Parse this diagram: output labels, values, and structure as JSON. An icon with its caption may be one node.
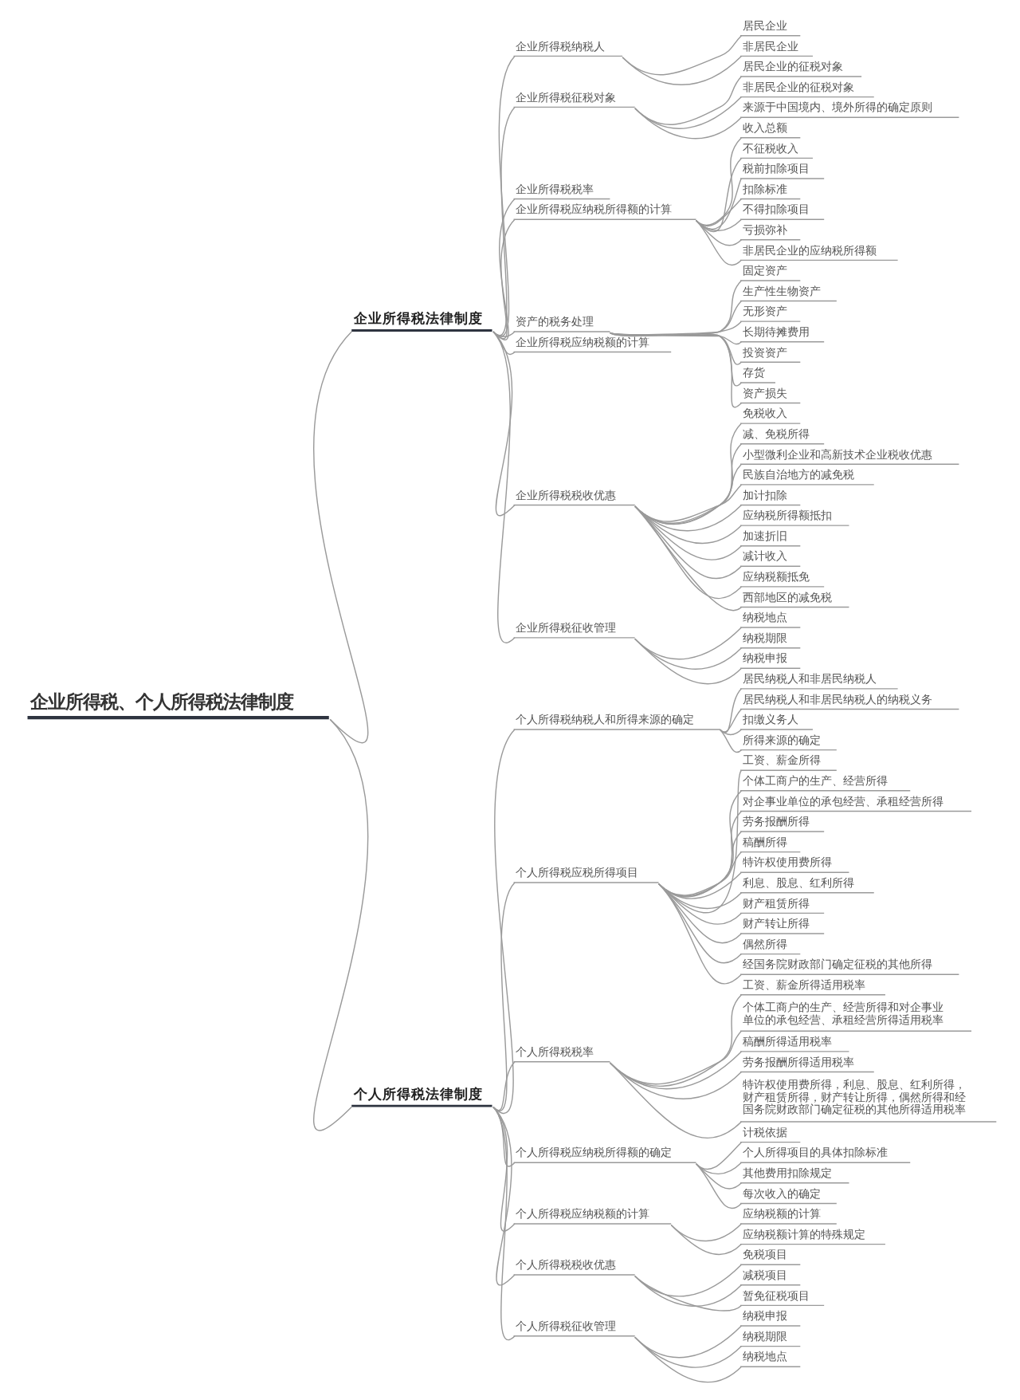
{
  "diagram": {
    "nodes": [
      {
        "text": [
          "企业所得税、个人所得税法律制度"
        ]
      },
      {
        "text": [
          "企业所得税法律制度"
        ]
      },
      {
        "text": [
          "企业所得税纳税人"
        ]
      },
      {
        "text": [
          "居民企业"
        ]
      },
      {
        "text": [
          "非居民企业"
        ]
      },
      {
        "text": [
          "企业所得税征税对象"
        ]
      },
      {
        "text": [
          "居民企业的征税对象"
        ]
      },
      {
        "text": [
          "非居民企业的征税对象"
        ]
      },
      {
        "text": [
          "来源于中国境内、境外所得的确定原则"
        ]
      },
      {
        "text": [
          "企业所得税税率"
        ]
      },
      {
        "text": [
          "企业所得税应纳税所得额的计算"
        ]
      },
      {
        "text": [
          "收入总额"
        ]
      },
      {
        "text": [
          "不征税收入"
        ]
      },
      {
        "text": [
          "税前扣除项目"
        ]
      },
      {
        "text": [
          "扣除标准"
        ]
      },
      {
        "text": [
          "不得扣除项目"
        ]
      },
      {
        "text": [
          "亏损弥补"
        ]
      },
      {
        "text": [
          "非居民企业的应纳税所得额"
        ]
      },
      {
        "text": [
          "资产的税务处理"
        ]
      },
      {
        "text": [
          "固定资产"
        ]
      },
      {
        "text": [
          "生产性生物资产"
        ]
      },
      {
        "text": [
          "无形资产"
        ]
      },
      {
        "text": [
          "长期待摊费用"
        ]
      },
      {
        "text": [
          "投资资产"
        ]
      },
      {
        "text": [
          "存货"
        ]
      },
      {
        "text": [
          "资产损失"
        ]
      },
      {
        "text": [
          "企业所得税应纳税额的计算"
        ]
      },
      {
        "text": [
          "企业所得税税收优惠"
        ]
      },
      {
        "text": [
          "免税收入"
        ]
      },
      {
        "text": [
          "减、免税所得"
        ]
      },
      {
        "text": [
          "小型微利企业和高新技术企业税收优惠"
        ]
      },
      {
        "text": [
          "民族自治地方的减免税"
        ]
      },
      {
        "text": [
          "加计扣除"
        ]
      },
      {
        "text": [
          "应纳税所得额抵扣"
        ]
      },
      {
        "text": [
          "加速折旧"
        ]
      },
      {
        "text": [
          "减计收入"
        ]
      },
      {
        "text": [
          "应纳税额抵免"
        ]
      },
      {
        "text": [
          "西部地区的减免税"
        ]
      },
      {
        "text": [
          "企业所得税征收管理"
        ]
      },
      {
        "text": [
          "纳税地点"
        ]
      },
      {
        "text": [
          "纳税期限"
        ]
      },
      {
        "text": [
          "纳税申报"
        ]
      },
      {
        "text": [
          "个人所得税法律制度"
        ]
      },
      {
        "text": [
          "个人所得税纳税人和所得来源的确定"
        ]
      },
      {
        "text": [
          "居民纳税人和非居民纳税人"
        ]
      },
      {
        "text": [
          "居民纳税人和非居民纳税人的纳税义务"
        ]
      },
      {
        "text": [
          "扣缴义务人"
        ]
      },
      {
        "text": [
          "所得来源的确定"
        ]
      },
      {
        "text": [
          "个人所得税应税所得项目"
        ]
      },
      {
        "text": [
          "工资、薪金所得"
        ]
      },
      {
        "text": [
          "个体工商户的生产、经营所得"
        ]
      },
      {
        "text": [
          "对企事业单位的承包经营、承租经营所得"
        ]
      },
      {
        "text": [
          "劳务报酬所得"
        ]
      },
      {
        "text": [
          "稿酬所得"
        ]
      },
      {
        "text": [
          "特许权使用费所得"
        ]
      },
      {
        "text": [
          "利息、股息、红利所得"
        ]
      },
      {
        "text": [
          "财产租赁所得"
        ]
      },
      {
        "text": [
          "财产转让所得"
        ]
      },
      {
        "text": [
          "偶然所得"
        ]
      },
      {
        "text": [
          "经国务院财政部门确定征税的其他所得"
        ]
      },
      {
        "text": [
          "个人所得税税率"
        ]
      },
      {
        "text": [
          "工资、薪金所得适用税率"
        ]
      },
      {
        "text": [
          "个体工商户的生产、经营所得和对企事业单位的承包经营、承租经营所得适用税率"
        ]
      },
      {
        "text": [
          "稿酬所得适用税率"
        ]
      },
      {
        "text": [
          "劳务报酬所得适用税率"
        ]
      },
      {
        "text": [
          "特许权使用费所得，利息、股息、红利所得，财产租赁所得，财产转让所得，偶然所得和经国务院财政部门确定征税的其他所得适用税率"
        ]
      },
      {
        "text": [
          "个人所得税应纳税所得额的确定"
        ]
      },
      {
        "text": [
          "计税依据"
        ]
      },
      {
        "text": [
          "个人所得项目的具体扣除标准"
        ]
      },
      {
        "text": [
          "其他费用扣除规定"
        ]
      },
      {
        "text": [
          "每次收入的确定"
        ]
      },
      {
        "text": [
          "个人所得税应纳税额的计算"
        ]
      },
      {
        "text": [
          "应纳税额的计算"
        ]
      },
      {
        "text": [
          "应纳税额计算的特殊规定"
        ]
      },
      {
        "text": [
          "个人所得税税收优惠"
        ]
      },
      {
        "text": [
          "免税项目"
        ]
      },
      {
        "text": [
          "减税项目"
        ]
      },
      {
        "text": [
          "暂免征税项目"
        ]
      },
      {
        "text": [
          "个人所得税征收管理"
        ]
      },
      {
        "text": [
          "纳税申报"
        ]
      },
      {
        "text": [
          "纳税期限"
        ]
      },
      {
        "text": [
          "纳税地点"
        ]
      }
    ],
    "edges": [
      {
        "from": 0,
        "to": 1,
        "arrow": "none"
      },
      {
        "from": 1,
        "to": 2,
        "arrow": "none"
      },
      {
        "from": 2,
        "to": 3,
        "arrow": "none"
      },
      {
        "from": 2,
        "to": 4,
        "arrow": "none"
      },
      {
        "from": 1,
        "to": 5,
        "arrow": "none"
      },
      {
        "from": 5,
        "to": 6,
        "arrow": "none"
      },
      {
        "from": 5,
        "to": 7,
        "arrow": "none"
      },
      {
        "from": 5,
        "to": 8,
        "arrow": "none"
      },
      {
        "from": 1,
        "to": 9,
        "arrow": "none"
      },
      {
        "from": 1,
        "to": 10,
        "arrow": "none"
      },
      {
        "from": 10,
        "to": 11,
        "arrow": "none"
      },
      {
        "from": 10,
        "to": 12,
        "arrow": "none"
      },
      {
        "from": 10,
        "to": 13,
        "arrow": "none"
      },
      {
        "from": 10,
        "to": 14,
        "arrow": "none"
      },
      {
        "from": 10,
        "to": 15,
        "arrow": "none"
      },
      {
        "from": 10,
        "to": 16,
        "arrow": "none"
      },
      {
        "from": 10,
        "to": 17,
        "arrow": "none"
      },
      {
        "from": 1,
        "to": 18,
        "arrow": "none"
      },
      {
        "from": 18,
        "to": 19,
        "arrow": "none"
      },
      {
        "from": 18,
        "to": 20,
        "arrow": "none"
      },
      {
        "from": 18,
        "to": 21,
        "arrow": "none"
      },
      {
        "from": 18,
        "to": 22,
        "arrow": "none"
      },
      {
        "from": 18,
        "to": 23,
        "arrow": "none"
      },
      {
        "from": 18,
        "to": 24,
        "arrow": "none"
      },
      {
        "from": 18,
        "to": 25,
        "arrow": "none"
      },
      {
        "from": 1,
        "to": 26,
        "arrow": "none"
      },
      {
        "from": 1,
        "to": 27,
        "arrow": "none"
      },
      {
        "from": 27,
        "to": 28,
        "arrow": "none"
      },
      {
        "from": 27,
        "to": 29,
        "arrow": "none"
      },
      {
        "from": 27,
        "to": 30,
        "arrow": "none"
      },
      {
        "from": 27,
        "to": 31,
        "arrow": "none"
      },
      {
        "from": 27,
        "to": 32,
        "arrow": "none"
      },
      {
        "from": 27,
        "to": 33,
        "arrow": "none"
      },
      {
        "from": 27,
        "to": 34,
        "arrow": "none"
      },
      {
        "from": 27,
        "to": 35,
        "arrow": "none"
      },
      {
        "from": 27,
        "to": 36,
        "arrow": "none"
      },
      {
        "from": 27,
        "to": 37,
        "arrow": "none"
      },
      {
        "from": 1,
        "to": 38,
        "arrow": "none"
      },
      {
        "from": 38,
        "to": 39,
        "arrow": "none"
      },
      {
        "from": 38,
        "to": 40,
        "arrow": "none"
      },
      {
        "from": 38,
        "to": 41,
        "arrow": "none"
      },
      {
        "from": 0,
        "to": 42,
        "arrow": "none"
      },
      {
        "from": 42,
        "to": 43,
        "arrow": "none"
      },
      {
        "from": 43,
        "to": 44,
        "arrow": "none"
      },
      {
        "from": 43,
        "to": 45,
        "arrow": "none"
      },
      {
        "from": 43,
        "to": 46,
        "arrow": "none"
      },
      {
        "from": 43,
        "to": 47,
        "arrow": "none"
      },
      {
        "from": 42,
        "to": 48,
        "arrow": "none"
      },
      {
        "from": 48,
        "to": 49,
        "arrow": "none"
      },
      {
        "from": 48,
        "to": 50,
        "arrow": "none"
      },
      {
        "from": 48,
        "to": 51,
        "arrow": "none"
      },
      {
        "from": 48,
        "to": 52,
        "arrow": "none"
      },
      {
        "from": 48,
        "to": 53,
        "arrow": "none"
      },
      {
        "from": 48,
        "to": 54,
        "arrow": "none"
      },
      {
        "from": 48,
        "to": 55,
        "arrow": "none"
      },
      {
        "from": 48,
        "to": 56,
        "arrow": "none"
      },
      {
        "from": 48,
        "to": 57,
        "arrow": "none"
      },
      {
        "from": 48,
        "to": 58,
        "arrow": "none"
      },
      {
        "from": 48,
        "to": 59,
        "arrow": "none"
      },
      {
        "from": 42,
        "to": 60,
        "arrow": "none"
      },
      {
        "from": 60,
        "to": 61,
        "arrow": "none"
      },
      {
        "from": 60,
        "to": 62,
        "arrow": "none"
      },
      {
        "from": 60,
        "to": 63,
        "arrow": "none"
      },
      {
        "from": 60,
        "to": 64,
        "arrow": "none"
      },
      {
        "from": 60,
        "to": 65,
        "arrow": "none"
      },
      {
        "from": 42,
        "to": 66,
        "arrow": "none"
      },
      {
        "from": 66,
        "to": 67,
        "arrow": "none"
      },
      {
        "from": 66,
        "to": 68,
        "arrow": "none"
      },
      {
        "from": 66,
        "to": 69,
        "arrow": "none"
      },
      {
        "from": 66,
        "to": 70,
        "arrow": "none"
      },
      {
        "from": 42,
        "to": 71,
        "arrow": "none"
      },
      {
        "from": 71,
        "to": 72,
        "arrow": "none"
      },
      {
        "from": 71,
        "to": 73,
        "arrow": "none"
      },
      {
        "from": 42,
        "to": 74,
        "arrow": "none"
      },
      {
        "from": 74,
        "to": 75,
        "arrow": "none"
      },
      {
        "from": 74,
        "to": 76,
        "arrow": "none"
      },
      {
        "from": 74,
        "to": 77,
        "arrow": "none"
      },
      {
        "from": 42,
        "to": 78,
        "arrow": "none"
      },
      {
        "from": 78,
        "to": 79,
        "arrow": "none"
      },
      {
        "from": 78,
        "to": 80,
        "arrow": "none"
      },
      {
        "from": 78,
        "to": 81,
        "arrow": "none"
      }
    ]
  }
}
